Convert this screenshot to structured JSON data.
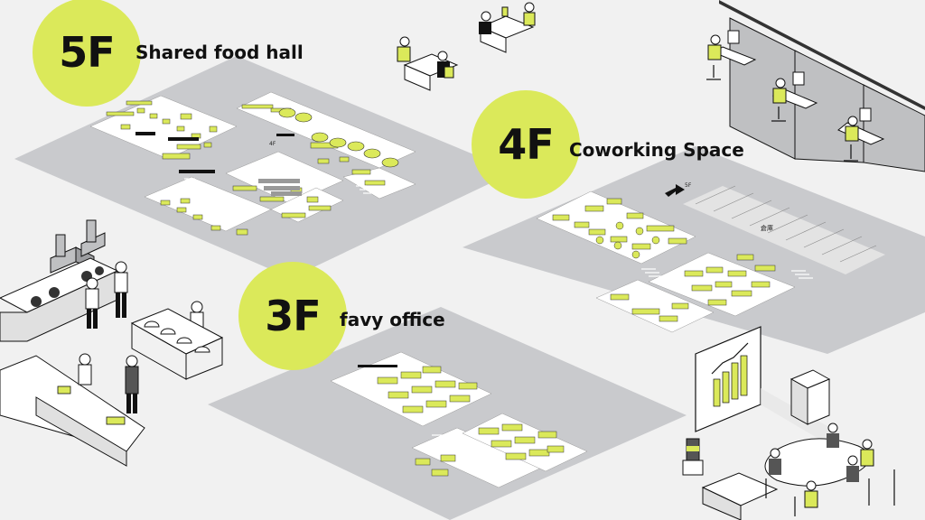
{
  "floors": [
    {
      "id": "5f",
      "number": "5F",
      "name": "Shared food hall",
      "stair_label": "4F"
    },
    {
      "id": "4f",
      "number": "4F",
      "name": "Coworking Space",
      "stair_label": "5F",
      "storage_label": "倉庫"
    },
    {
      "id": "3f",
      "number": "3F",
      "name": "favy office"
    }
  ],
  "colors": {
    "accent": "#dbe95a",
    "floor_plate": "#c9cacd",
    "background": "#f1f1f1",
    "ink": "#111111"
  },
  "icons": [
    "chart-monitor-icon",
    "chef-icon",
    "dining-couple-icon",
    "office-worker-icon",
    "meeting-group-icon",
    "printer-icon",
    "water-cooler-icon",
    "kitchen-hood-icon"
  ]
}
